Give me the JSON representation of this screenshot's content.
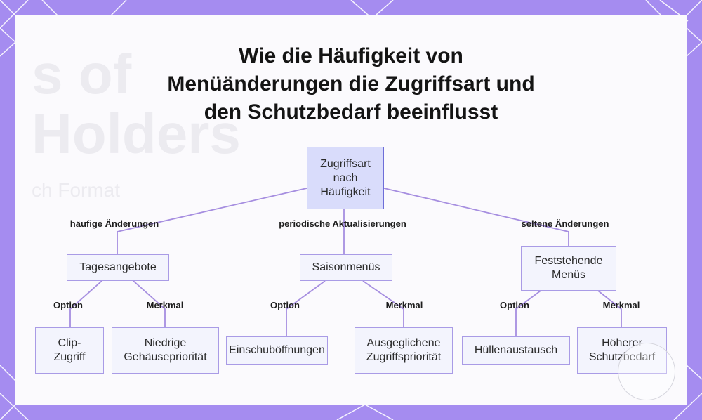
{
  "title": [
    "Wie die Häufigkeit von",
    "Menüänderungen die Zugriffsart und",
    "den Schutzbedarf beeinflusst"
  ],
  "background_text": [
    "s of",
    "Holders",
    "ch Format"
  ],
  "colors": {
    "frame": "#a58cf0",
    "node_fill": "#f3f4fd",
    "node_border": "#a99be6",
    "root_fill": "#d9dcfb",
    "link": "#a68ee0"
  },
  "nodes": {
    "root": "Zugriffsart\nnach\nHäufigkeit",
    "daily": "Tagesangebote",
    "seasonal": "Saisonmenüs",
    "fixed": "Feststehende\nMenüs",
    "clip": "Clip-\nZugriff",
    "low": "Niedrige\nGehäusepriorität",
    "slots": "Einschuböffnungen",
    "balanced": "Ausgeglichene\nZugriffspriorität",
    "sleeve": "Hüllenaustausch",
    "higher": "Höherer\nSchutzbedarf"
  },
  "edges": {
    "frequent": "häufige Änderungen",
    "periodic": "periodische Aktualisierungen",
    "rare": "seltene Änderungen",
    "option": "Option",
    "feature": "Merkmal"
  }
}
